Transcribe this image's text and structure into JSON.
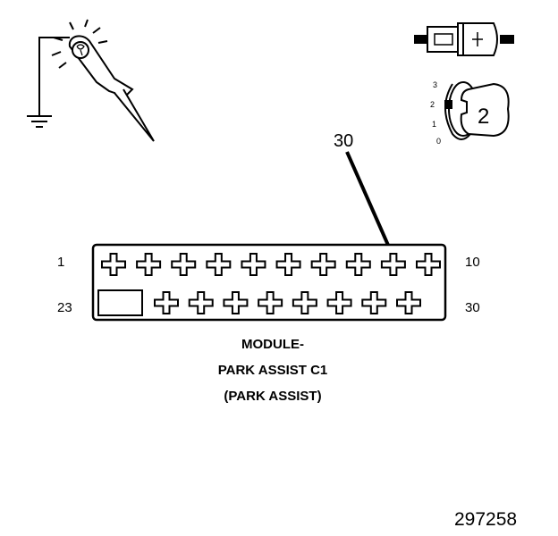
{
  "probe": {
    "icon": "test-probe-with-ground-icon"
  },
  "fuse_icon": {
    "icon": "fuse-pull-icon"
  },
  "ignition": {
    "positions": [
      "3",
      "2",
      "1",
      "0"
    ],
    "key_number": "2",
    "icon": "ignition-key-switch-icon"
  },
  "callout": {
    "label": "30"
  },
  "connector": {
    "row1_start_label": "1",
    "row1_end_label": "10",
    "row2_start_label": "23",
    "row2_end_label": "30",
    "row1_cavities": 10,
    "row2_cavities": 8
  },
  "caption": {
    "line1": "MODULE-",
    "line2": "PARK ASSIST C1",
    "line3": "(PARK ASSIST)"
  },
  "figure_number": "297258"
}
